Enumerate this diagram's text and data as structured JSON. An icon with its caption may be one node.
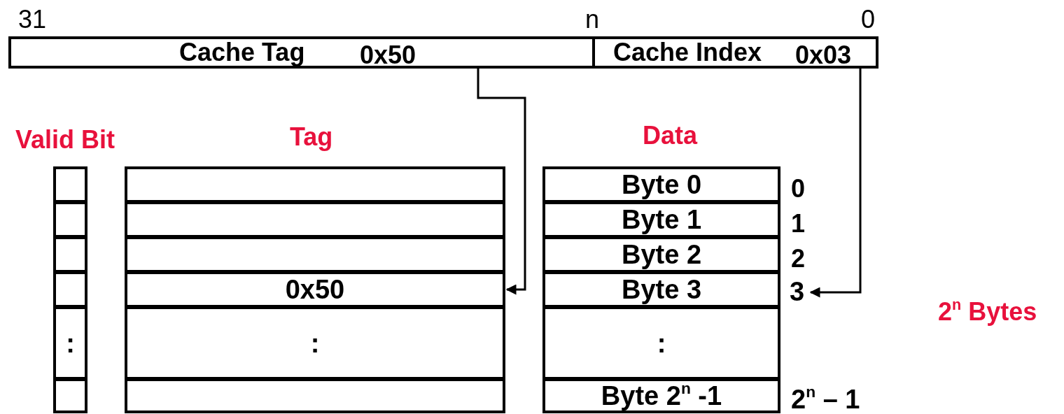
{
  "diagram": {
    "nodes": [
      {
        "text": [
          "Cache Tag",
          "0x50"
        ]
      },
      {
        "text": [
          "Cache Index",
          "0x03"
        ]
      },
      {
        "text": [],
        "shape": "box"
      },
      {
        "text": [],
        "shape": "box"
      },
      {
        "text": [
          "Byte 0"
        ]
      },
      {
        "text": [],
        "shape": "box"
      },
      {
        "text": [],
        "shape": "box"
      },
      {
        "text": [
          "Byte 1"
        ]
      },
      {
        "text": [],
        "shape": "box"
      },
      {
        "text": [],
        "shape": "box"
      },
      {
        "text": [
          "Byte 2"
        ]
      },
      {
        "text": [],
        "shape": "box"
      },
      {
        "text": [
          "0x50"
        ]
      },
      {
        "text": [
          "Byte 3"
        ]
      },
      {
        "text": [
          "3"
        ]
      },
      {
        "text": [
          ":"
        ]
      },
      {
        "text": [
          ":"
        ]
      },
      {
        "text": [
          ":"
        ]
      },
      {
        "text": [],
        "shape": "box"
      },
      {
        "text": [],
        "shape": "box"
      },
      {
        "text": [
          "Byte 2$^{n}$ -1"
        ]
      }
    ],
    "edges": [
      {
        "from": 0,
        "to": 12,
        "arrow": "to"
      },
      {
        "from": 1,
        "to": 14,
        "arrow": "to"
      }
    ],
    "labels": [
      "31",
      "n",
      "0",
      "Valid Bit",
      "Tag",
      "Data",
      "0",
      "1",
      "2",
      "2$^{n}$ – 1",
      "2$^{n}$ Bytes"
    ]
  }
}
